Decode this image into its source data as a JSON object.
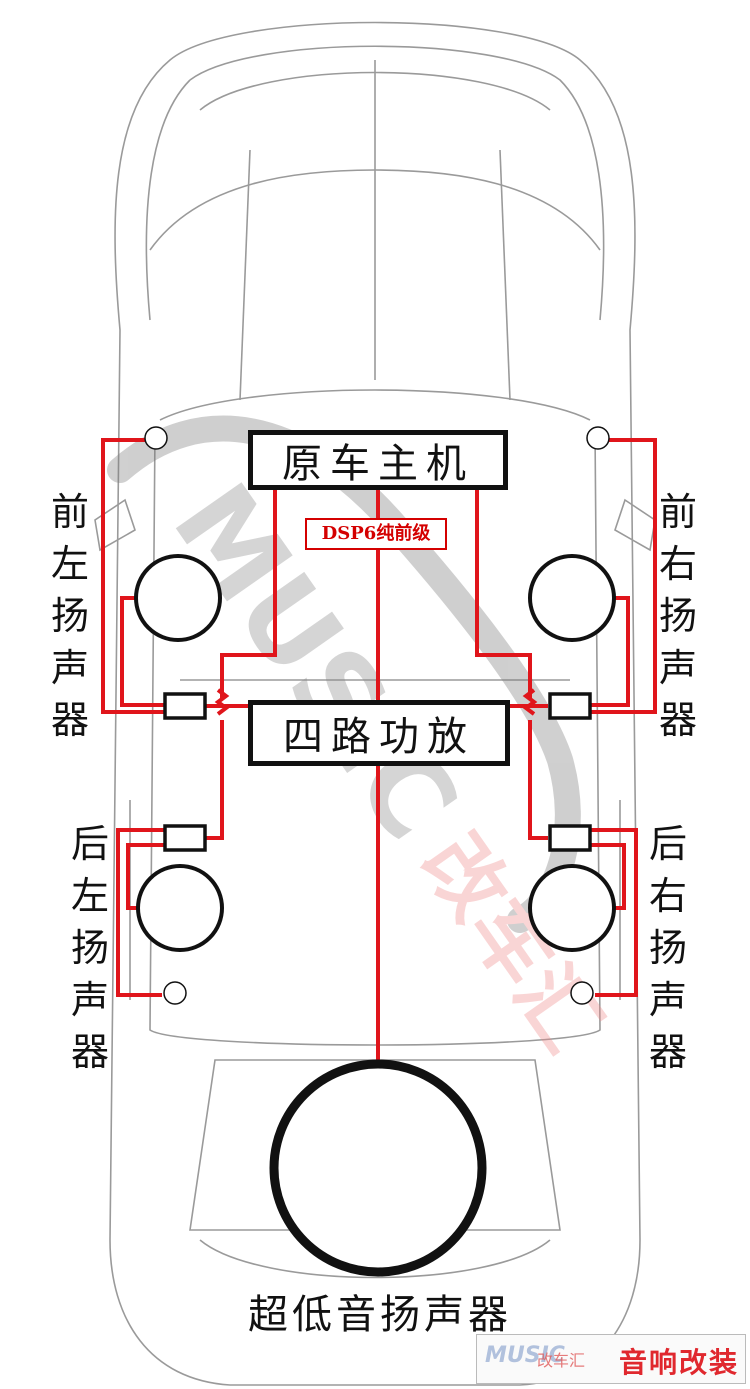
{
  "head_unit": "原车主机",
  "dsp_label": "DSP6纯前级",
  "amplifier": "四路功放",
  "front_left": "前左扬声器",
  "front_right": "前右扬声器",
  "rear_left": "后左扬声器",
  "rear_right": "后右扬声器",
  "subwoofer": "超低音扬声器",
  "watermark": "MUSIC改车汇",
  "footer": {
    "logo": "MUSIC",
    "logo_sub": "改车汇",
    "brand": "音响改装"
  },
  "colors": {
    "wire": "#e0151b",
    "outline": "#111111",
    "car_line": "#9a9a9a"
  }
}
